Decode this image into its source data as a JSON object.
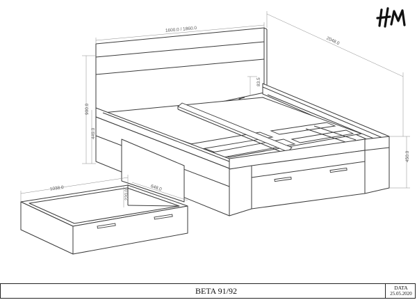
{
  "brand": {
    "logo_text": "HM"
  },
  "dimensions": {
    "headboard_width": "1600.0 / 1860.0",
    "overall_length": "2048.0",
    "headboard_height": "900.0",
    "side_height": "449.0",
    "slat_height": "83.5",
    "frame_height": "450.0",
    "drawer_width": "1038.0",
    "drawer_depth": "648.0",
    "drawer_height": "220.0"
  },
  "title_block": {
    "title": "BETA 91/92",
    "date_label": "DATA",
    "date_value": "25.05.2020"
  }
}
